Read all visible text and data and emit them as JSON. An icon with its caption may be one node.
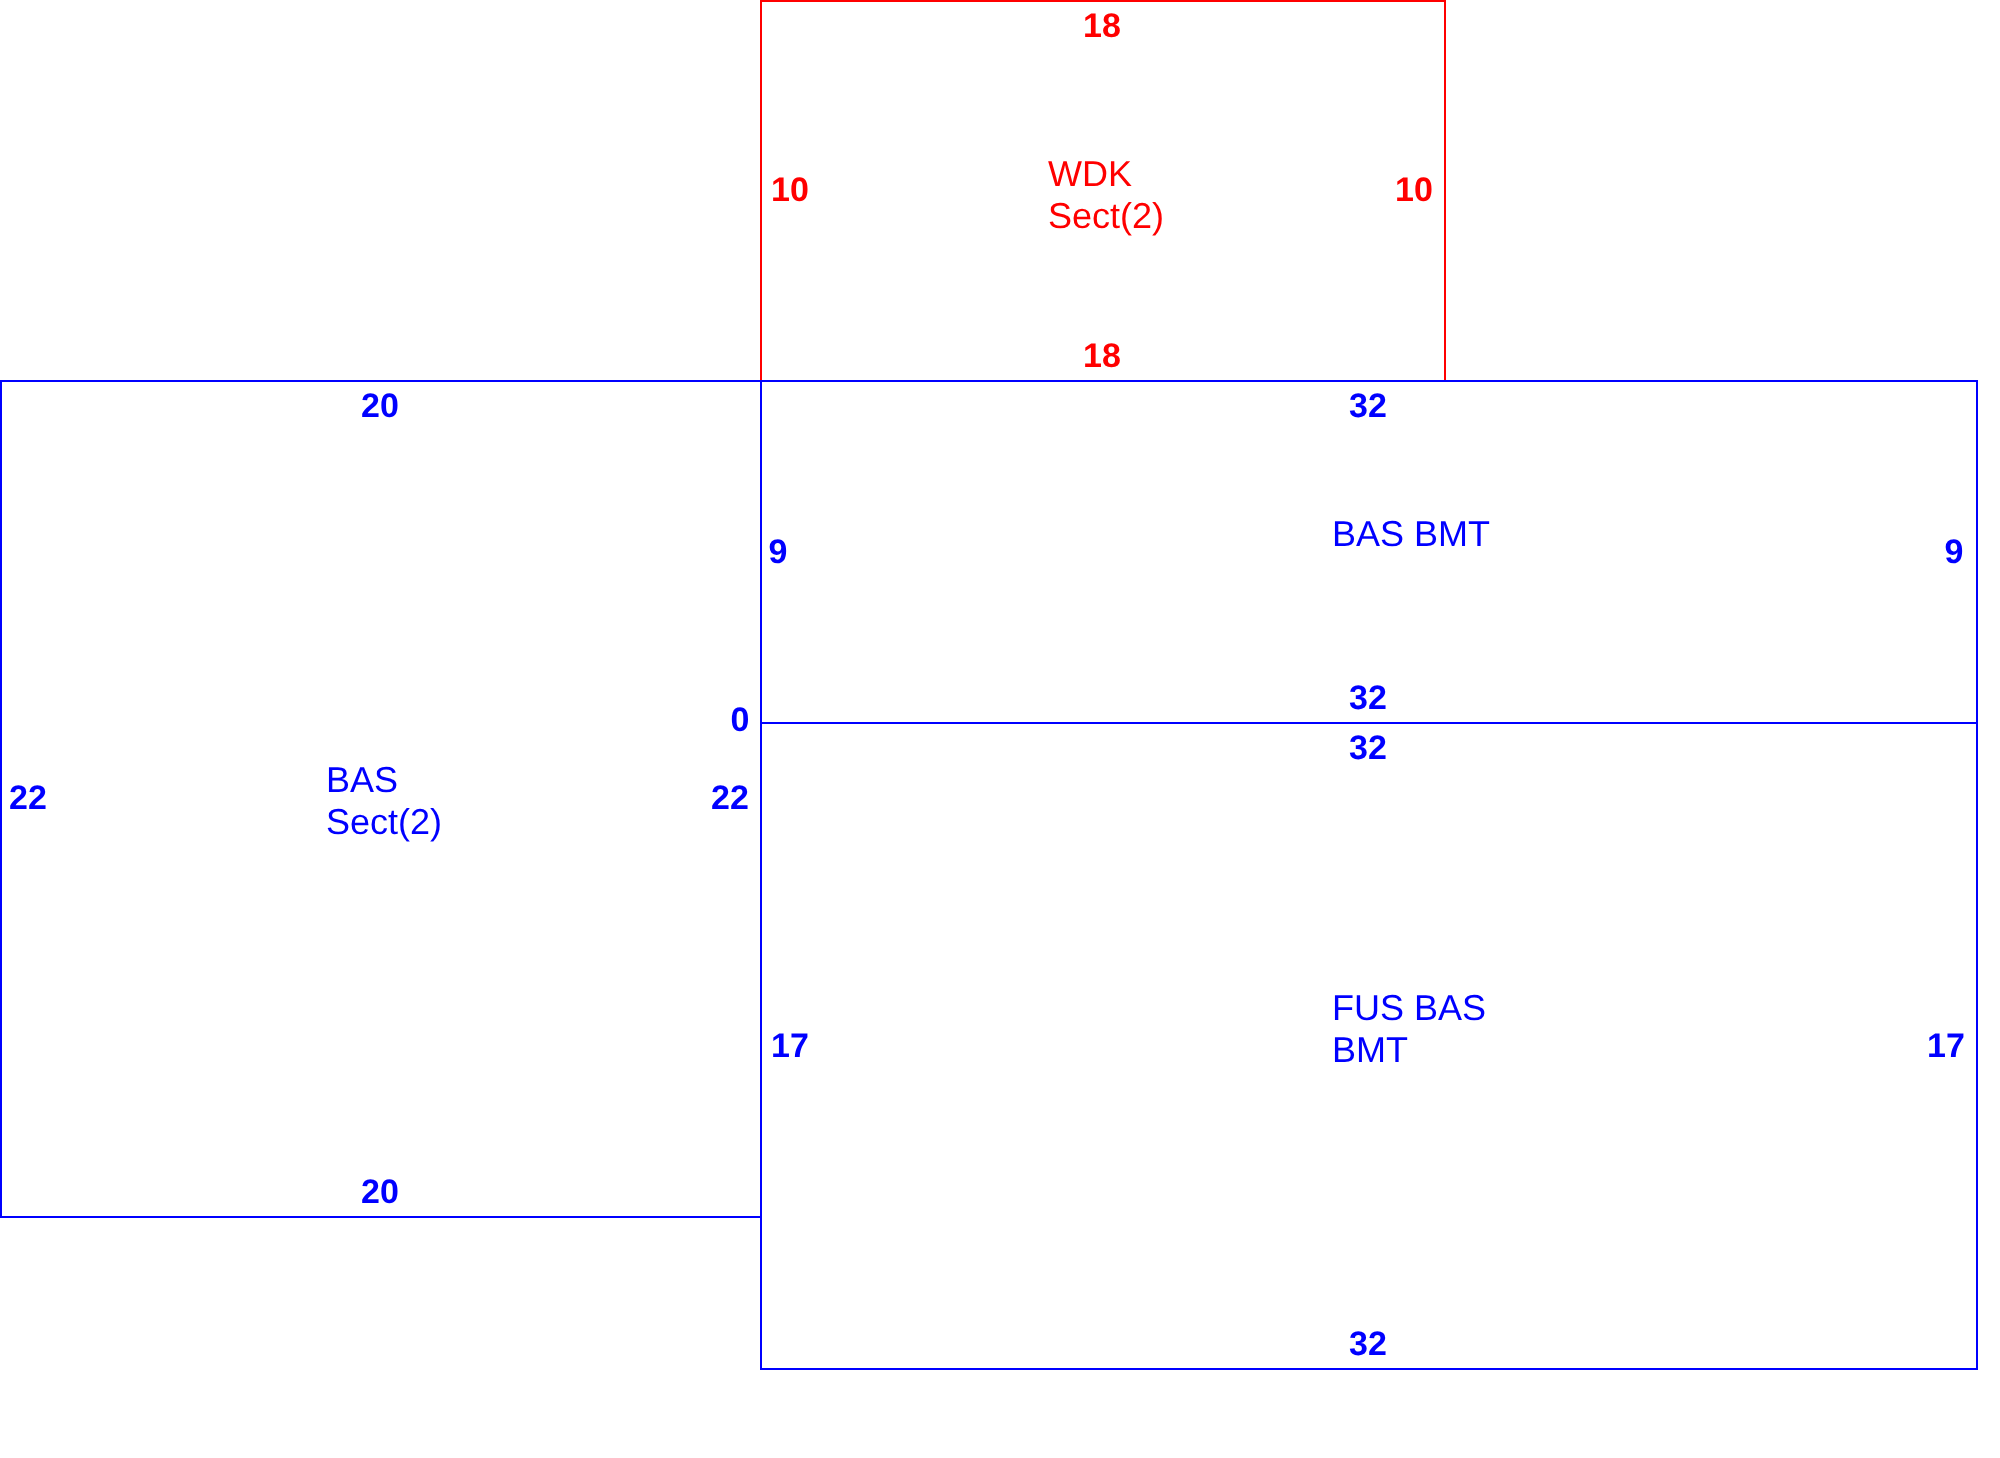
{
  "diagram": {
    "nodes": [
      {
        "text": [
          "WDK Sect(2)"
        ]
      },
      {
        "text": [
          "BAS Sect(2)"
        ]
      },
      {
        "text": [
          "BAS BMT"
        ]
      },
      {
        "text": [
          "FUS BAS BMT"
        ]
      }
    ],
    "labels": [
      "18",
      "10",
      "10",
      "18",
      "20",
      "32",
      "9",
      "9",
      "32",
      "0",
      "32",
      "22",
      "22",
      "17",
      "17",
      "20",
      "32"
    ]
  }
}
